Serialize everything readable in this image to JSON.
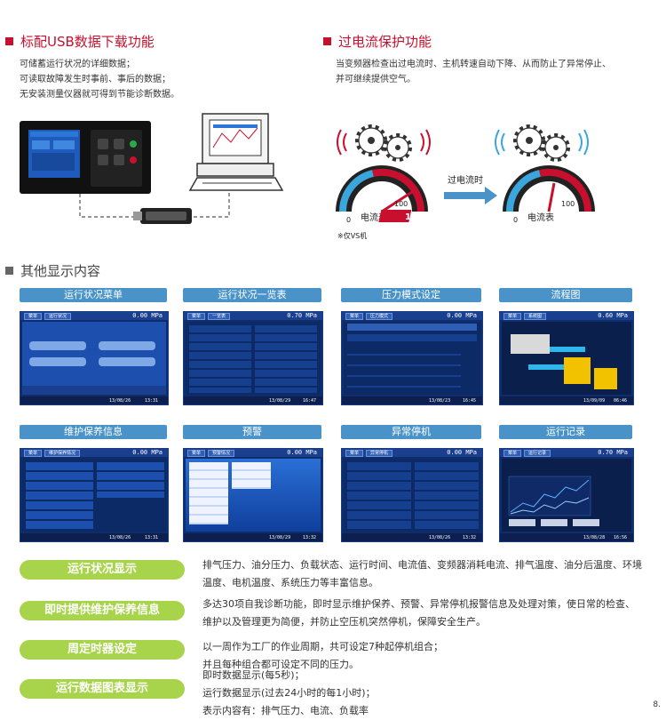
{
  "usb": {
    "title": "标配USB数据下载功能",
    "lines": [
      "可储蓄运行状况的详细数据；",
      "可读取故障发生时事前、事后的数据；",
      "无安装测量仪器就可得到节能诊断数据。"
    ]
  },
  "overcurrent": {
    "title": "过电流保护功能",
    "lines": [
      "当变频器检查出过电流时、主机转速自动下降、从而防止了异常停止、",
      "并可继续提供空气。"
    ],
    "gauge_label": "电流表",
    "gauge_left_ticks": [
      "0",
      "100"
    ],
    "gauge_right_ticks": [
      "0",
      "100"
    ],
    "percent": "120%",
    "arrow_label": "过电流时",
    "note": "※仅VS机"
  },
  "other": {
    "title": "其他显示内容",
    "screens": [
      {
        "label": "运行状况菜单",
        "tab": "运行状况",
        "value": "0.00 MPa",
        "date": "13/08/26",
        "time": "13:31"
      },
      {
        "label": "运行状况一览表",
        "tab": "一览表",
        "value": "0.70 MPa",
        "date": "13/08/29",
        "time": "16:47"
      },
      {
        "label": "压力模式设定",
        "tab": "压力模式",
        "value": "0.00 MPa",
        "date": "13/08/23",
        "time": "16:45"
      },
      {
        "label": "流程图",
        "tab": "系统图",
        "value": "0.60 MPa",
        "date": "13/09/09",
        "time": "06:46"
      },
      {
        "label": "维护保养信息",
        "tab": "维护保养情况",
        "value": "0.00 MPa",
        "date": "13/08/26",
        "time": "13:31"
      },
      {
        "label": "预警",
        "tab": "预警情况",
        "value": "0.00 MPa",
        "date": "13/08/29",
        "time": "13:32"
      },
      {
        "label": "异常停机",
        "tab": "异常停机",
        "value": "0.00 MPa",
        "date": "13/08/26",
        "time": "13:32"
      },
      {
        "label": "运行记录",
        "tab": "运行记录",
        "value": "0.70 MPa",
        "date": "13/08/28",
        "time": "16:56"
      }
    ]
  },
  "features": [
    {
      "label": "运行状况显示",
      "lines": [
        "排气压力、油分压力、负载状态、运行时间、电流值、变频器消耗电流、排气温度、油分后温度、环境",
        "温度、电机温度、系统压力等丰富信息。"
      ]
    },
    {
      "label": "即时提供维护保养信息",
      "lines": [
        "多达30项自我诊断功能，即时显示维护保养、预警、异常停机报警信息及处理对策，使日常的检查、",
        "维护以及管理更为简便，并防止空压机突然停机，保障安全生产。"
      ]
    },
    {
      "label": "周定时器设定",
      "lines": [
        "以一周作为工厂的作业周期，共可设定7种起停机组合；",
        "并且每种组合都可设定不同的压力。"
      ]
    },
    {
      "label": "运行数据图表显示",
      "lines": [
        "即时数据显示(每5秒)；",
        "运行数据显示(过去24小时的每1小时)；",
        "表示内容有：排气压力、电流、负载率"
      ]
    }
  ],
  "page_number": "8."
}
